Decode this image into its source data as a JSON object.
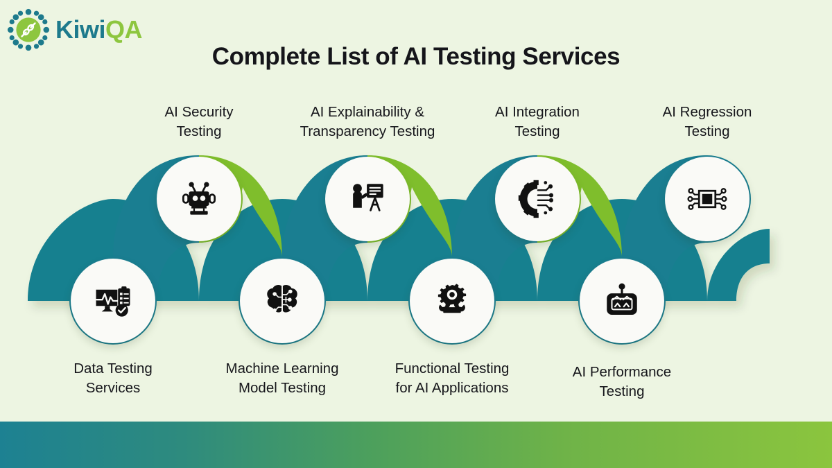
{
  "brand": {
    "name_part1": "Kiwi",
    "name_part2": "QA",
    "logo_icon": "kiwiqa-atom-logo",
    "colors": {
      "teal": "#1D7A8C",
      "green": "#8DC63F"
    }
  },
  "header": {
    "title": "Complete List of AI Testing Services"
  },
  "theme": {
    "background": "#EDF5E2",
    "ring_green": "#7DBB2F",
    "ring_teal": "#1A7E91",
    "ribbon_green": "#7FBE2C",
    "ribbon_teal": "#15808F",
    "disc": "#FAFAF7",
    "text": "#16161B",
    "footer_gradient_from": "#1D8192",
    "footer_gradient_to": "#8BC53E"
  },
  "nodes": [
    {
      "id": "data-testing-services",
      "label": "Data Testing\nServices",
      "position": "bottom",
      "ring": "teal",
      "icon": "monitor-pulse-clipboard-check-icon"
    },
    {
      "id": "ai-security-testing",
      "label": "AI Security\nTesting",
      "position": "top",
      "ring": "green",
      "icon": "robot-head-antennae-icon"
    },
    {
      "id": "machine-learning-model-testing",
      "label": "Machine Learning\nModel Testing",
      "position": "bottom",
      "ring": "teal",
      "icon": "brain-circuit-icon"
    },
    {
      "id": "ai-explainability-transparency-testing",
      "label": "AI Explainability &\nTransparency Testing",
      "position": "top",
      "ring": "green",
      "icon": "presenter-whiteboard-icon"
    },
    {
      "id": "functional-testing-for-ai-applications",
      "label": "Functional Testing\nfor AI Applications",
      "position": "bottom",
      "ring": "teal",
      "icon": "gear-wrench-icon"
    },
    {
      "id": "ai-integration-testing",
      "label": "AI Integration\nTesting",
      "position": "top",
      "ring": "green",
      "icon": "half-gear-circuit-icon"
    },
    {
      "id": "ai-performance-testing",
      "label": "AI Performance\nTesting",
      "position": "bottom",
      "ring": "teal",
      "icon": "robot-face-antenna-icon"
    },
    {
      "id": "ai-regression-testing",
      "label": "AI Regression\nTesting",
      "position": "top",
      "ring": "teal",
      "icon": "microchip-circuit-icon"
    }
  ]
}
